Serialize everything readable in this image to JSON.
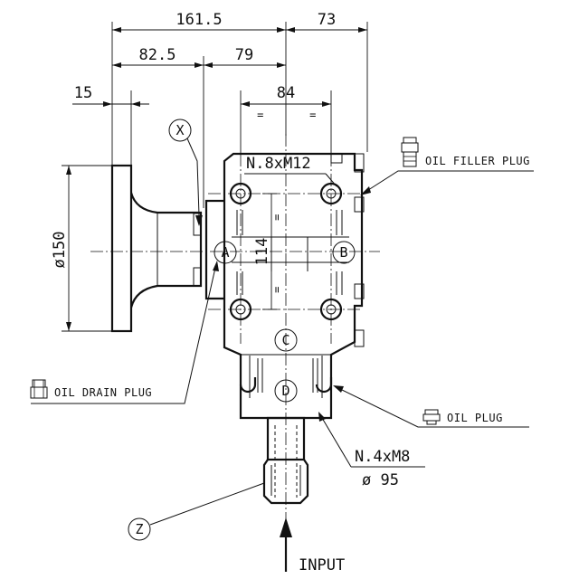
{
  "dimensions": {
    "d_161_5": "161.5",
    "d_73": "73",
    "d_82_5": "82.5",
    "d_79": "79",
    "d_15": "15",
    "d_84": "84",
    "d_150": "ø150",
    "d_114": "114",
    "equal_mark": "="
  },
  "callouts": {
    "bolts_top": "N.8xM12",
    "bolts_bottom": "N.4xM8",
    "bolt_circle": "ø 95",
    "oil_filler_plug": "OIL FILLER PLUG",
    "oil_drain_plug": "OIL DRAIN PLUG",
    "oil_plug": "OIL PLUG",
    "input": "INPUT"
  },
  "markers": {
    "x": "X",
    "z": "Z",
    "a": "A",
    "b": "B",
    "c": "C",
    "d": "D"
  }
}
